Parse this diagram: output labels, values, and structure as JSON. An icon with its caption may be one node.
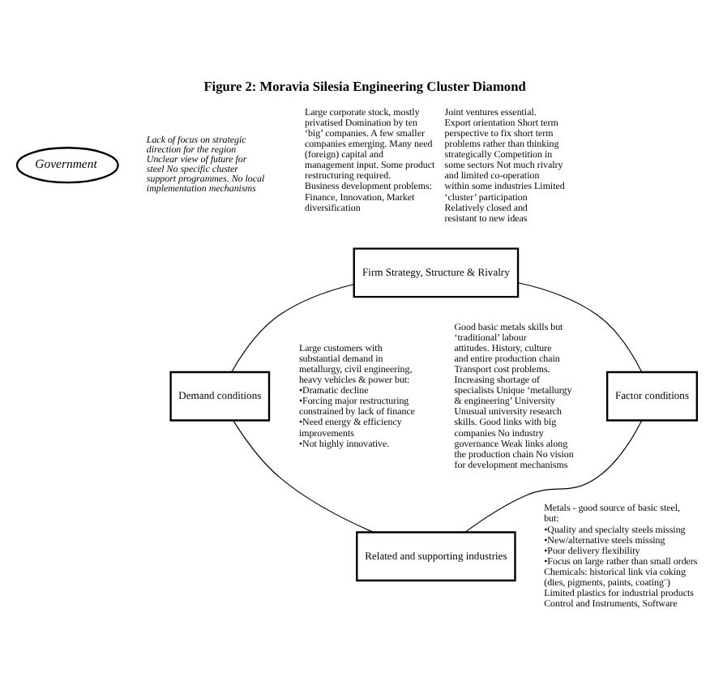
{
  "diagram": {
    "title": "Figure 2: Moravia Silesia Engineering Cluster Diamond",
    "nodes": [
      {
        "text": [
          "Government"
        ],
        "beside": [
          "Lack of focus on strategic direction for the region Unclear view of future for steel No specific cluster support programmes. No local implementation mechanisms"
        ]
      },
      {
        "text": [
          "Firm Strategy, Structure & Rivalry"
        ],
        "beside": [
          "Large corporate stock, mostly privatised Domination by ten ‘big’ companies. A few smaller companies emerging. Many need (foreign) capital and management input. Some product restructuring required. Business development problems: Finance, Innovation, Market diversification",
          "Joint ventures essential. Export orientation Short term perspective to fix short term problems rather than thinking strategically Competition in some sectors Not much rivalry and limited co-operation within some industries Limited ‘cluster’ participation Relatively closed and resistant to new ideas"
        ]
      },
      {
        "text": [
          "Factor conditions"
        ],
        "beside": [
          "Good basic metals skills but ‘traditional’ labour attitudes. History, culture and entire production chain Transport cost problems. Increasing shortage of specialists Unique ‘metallurgy & engineering’ University Unusual university research skills. Good links with big companies No industry governance Weak links along the production chain No vision for development mechanisms"
        ]
      },
      {
        "text": [
          "Demand conditions"
        ],
        "beside": [
          "Large customers with substantial demand in metallurgy, civil engineering, heavy vehicles & power but: •Dramatic decline •Forcing major restructuring constrained by lack of finance •Need energy & efficiency improvements •Not highly innovative."
        ]
      },
      {
        "text": [
          "Related and supporting industries"
        ],
        "beside": [
          "Metals - good source of basic steel, but: •Quality and specialty steels missing •New/alternative steels missing •Poor delivery flexibility •Focus on large rather than small orders Chemicals: historical link via coking (dies, pigments, paints, coating¨) Limited plastics for industrial products Control and Instruments, Software"
        ]
      }
    ],
    "edges": [
      {
        "from": 1,
        "to": 2,
        "arrow": "none"
      },
      {
        "from": 1,
        "to": 3,
        "arrow": "none"
      },
      {
        "from": 2,
        "to": 4,
        "arrow": "none"
      },
      {
        "from": 3,
        "to": 4,
        "arrow": "none"
      }
    ]
  }
}
